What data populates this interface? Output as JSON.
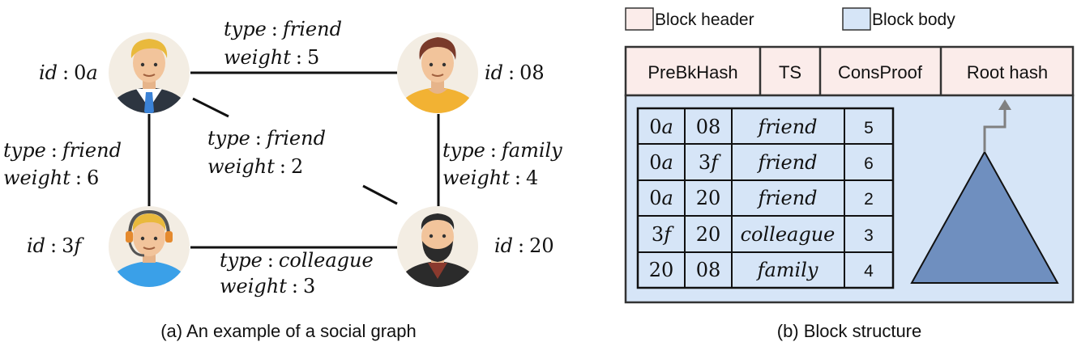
{
  "social_graph": {
    "caption": "(a) An example of a social graph",
    "nodes": [
      {
        "key": "0a",
        "id_label": "id",
        "id_value": "0a",
        "avatar": "businessman-avatar-icon"
      },
      {
        "key": "08",
        "id_label": "id",
        "id_value": "08",
        "avatar": "casual-man-avatar-icon"
      },
      {
        "key": "3f",
        "id_label": "id",
        "id_value": "3f",
        "avatar": "headset-operator-avatar-icon"
      },
      {
        "key": "20",
        "id_label": "id",
        "id_value": "20",
        "avatar": "bearded-man-avatar-icon"
      }
    ],
    "edges": [
      {
        "from": "0a",
        "to": "08",
        "type_label": "type",
        "type": "friend",
        "weight_label": "weight",
        "weight": "5"
      },
      {
        "from": "0a",
        "to": "20",
        "type_label": "type",
        "type": "friend",
        "weight_label": "weight",
        "weight": "2"
      },
      {
        "from": "0a",
        "to": "3f",
        "type_label": "type",
        "type": "friend",
        "weight_label": "weight",
        "weight": "6"
      },
      {
        "from": "08",
        "to": "20",
        "type_label": "type",
        "type": "family",
        "weight_label": "weight",
        "weight": "4"
      },
      {
        "from": "3f",
        "to": "20",
        "type_label": "type",
        "type": "colleague",
        "weight_label": "weight",
        "weight": "3"
      }
    ],
    "colon": ":"
  },
  "block_structure": {
    "caption": "(b) Block structure",
    "legend": [
      {
        "label": "Block header",
        "color": "#fbecea"
      },
      {
        "label": "Block body",
        "color": "#d6e5f7"
      }
    ],
    "header_fields": [
      "PreBkHash",
      "TS",
      "ConsProof",
      "Root hash"
    ],
    "rows": [
      [
        "0a",
        "08",
        "friend",
        "5"
      ],
      [
        "0a",
        "3f",
        "friend",
        "6"
      ],
      [
        "0a",
        "20",
        "friend",
        "2"
      ],
      [
        "3f",
        "20",
        "colleague",
        "3"
      ],
      [
        "20",
        "08",
        "family",
        "4"
      ]
    ],
    "tree_icon": "merkle-tree-triangle-icon",
    "arrow_icon": "up-arrow-icon",
    "colors": {
      "header": "#fbecea",
      "body": "#d6e5f7",
      "tree": "#6f8fbf",
      "border": "#333333",
      "arrow": "#808080"
    }
  }
}
